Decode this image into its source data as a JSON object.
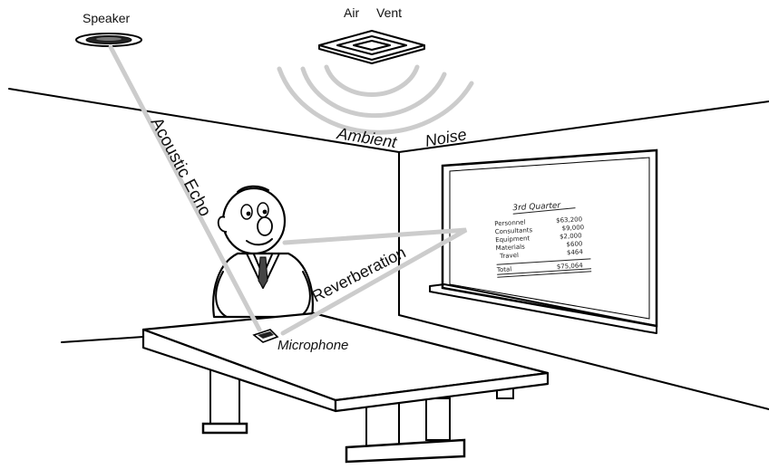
{
  "labels": {
    "speaker": "Speaker",
    "air": "Air",
    "vent": "Vent",
    "ambient": "Ambient",
    "noise": "Noise",
    "acoustic_echo": "Acoustic Echo",
    "reverberation": "Reverberation",
    "microphone": "Microphone"
  },
  "whiteboard": {
    "title": "3rd Quarter",
    "rows": [
      {
        "item": "Personnel",
        "amount": "$63,200"
      },
      {
        "item": "Consultants",
        "amount": "$9,000"
      },
      {
        "item": "Equipment",
        "amount": "$2,000"
      },
      {
        "item": "Materials",
        "amount": "$600"
      },
      {
        "item": "Travel",
        "amount": "$464"
      }
    ],
    "total_label": "Total",
    "total_amount": "$75,064"
  }
}
